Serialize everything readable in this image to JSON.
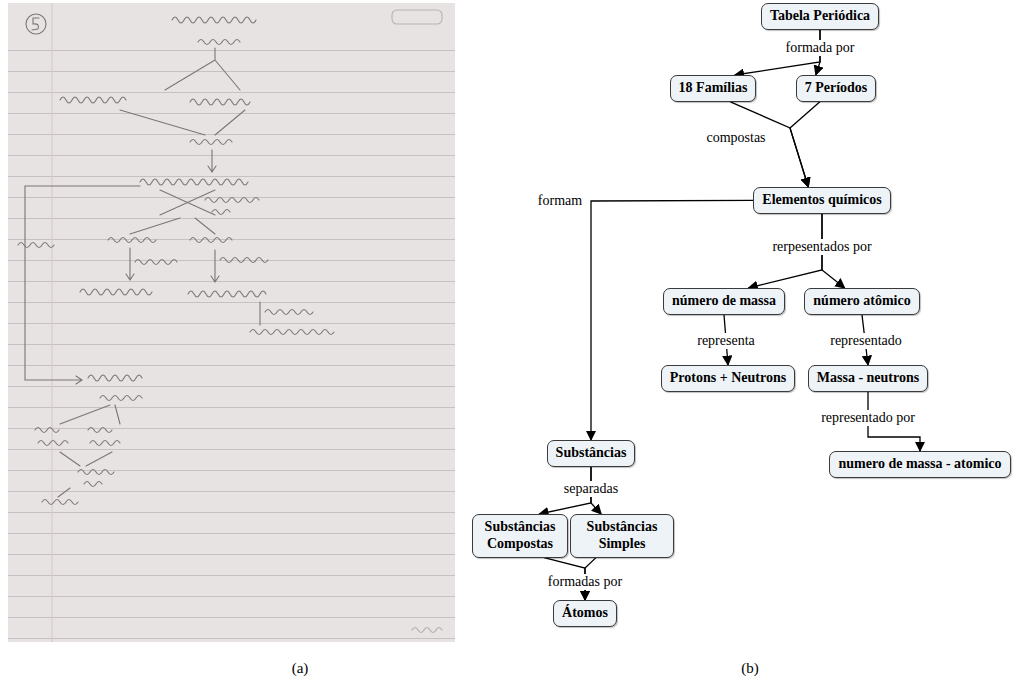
{
  "diagram": {
    "nodes": [
      {
        "text": [
          "Tabela Periódica"
        ]
      },
      {
        "text": [
          "18 Famílias"
        ]
      },
      {
        "text": [
          "7 Períodos"
        ]
      },
      {
        "text": [
          "Elementos químicos"
        ]
      },
      {
        "text": [
          "número de massa"
        ]
      },
      {
        "text": [
          "número atômico"
        ]
      },
      {
        "text": [
          "Protons + Neutrons"
        ]
      },
      {
        "text": [
          "Massa - neutrons"
        ]
      },
      {
        "text": [
          "numero de massa - atomico"
        ]
      },
      {
        "text": [
          "Substâncias"
        ]
      },
      {
        "text": [
          "Substâncias Compostas"
        ]
      },
      {
        "text": [
          "Substâncias Simples"
        ]
      },
      {
        "text": [
          "Átomos"
        ]
      }
    ],
    "edges": [
      {
        "from": 0,
        "to": 1,
        "arrow": "to",
        "label": "formada por"
      },
      {
        "from": 0,
        "to": 2,
        "arrow": "to"
      },
      {
        "from": 1,
        "to": 3,
        "arrow": "to",
        "label": "compostas"
      },
      {
        "from": 2,
        "to": 3,
        "arrow": "to"
      },
      {
        "from": 3,
        "to": 4,
        "arrow": "to",
        "label": "rerpesentados por"
      },
      {
        "from": 3,
        "to": 5,
        "arrow": "to"
      },
      {
        "from": 4,
        "to": 6,
        "arrow": "to",
        "label": "representa"
      },
      {
        "from": 5,
        "to": 7,
        "arrow": "to",
        "label": "representado"
      },
      {
        "from": 7,
        "to": 8,
        "arrow": "to",
        "label": "representado por"
      },
      {
        "from": 3,
        "to": 9,
        "arrow": "to",
        "label": "formam"
      },
      {
        "from": 9,
        "to": 10,
        "arrow": "to",
        "label": "separadas"
      },
      {
        "from": 9,
        "to": 11,
        "arrow": "to"
      },
      {
        "from": 10,
        "to": 12,
        "arrow": "to",
        "label": "formadas por"
      },
      {
        "from": 11,
        "to": 12,
        "arrow": "to"
      }
    ],
    "labels": [
      "(a)",
      "(b)"
    ]
  }
}
